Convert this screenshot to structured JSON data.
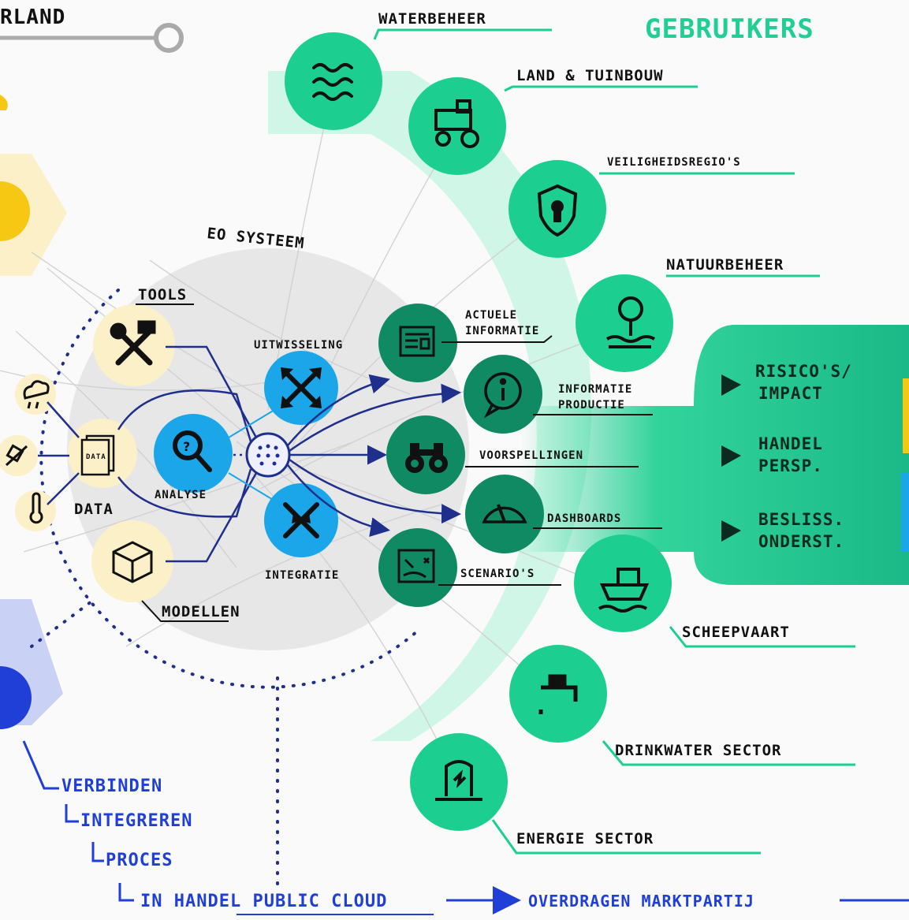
{
  "header": {
    "partial_title_top": "",
    "partial_title_bottom": "RLAND",
    "users_title": "GEBRUIKERS"
  },
  "ecosystem": {
    "title": "EO SYSTEEM",
    "tools": "TOOLS",
    "data": "DATA",
    "data_doc": "DATA",
    "analyse": "ANALYSE",
    "modellen": "MODELLEN",
    "uitwisseling": "UITWISSELING",
    "integratie": "INTEGRATIE"
  },
  "outputs": {
    "actuele_informatie_line1": "ACTUELE",
    "actuele_informatie_line2": "INFORMATIE",
    "informatie_productie_line1": "INFORMATIE",
    "informatie_productie_line2": "PRODUCTIE",
    "voorspellingen": "VOORSPELLINGEN",
    "dashboards": "DASHBOARDS",
    "scenarios": "SCENARIO'S"
  },
  "sectors": {
    "waterbeheer": "WATERBEHEER",
    "land_tuinbouw": "LAND & TUINBOUW",
    "veiligheidsregios": "VEILIGHEIDSREGIO'S",
    "natuurbeheer": "NATUURBEHEER",
    "scheepvaart": "SCHEEPVAART",
    "drinkwater": "DRINKWATER SECTOR",
    "energie": "ENERGIE SECTOR"
  },
  "panel": {
    "item1_line1": "RISICO'S/",
    "item1_line2": "IMPACT",
    "item2_line1": "HANDEL",
    "item2_line2": "PERSP.",
    "item3_line1": "BESLISS.",
    "item3_line2": "ONDERST."
  },
  "process": {
    "verbinden": "VERBINDEN",
    "integreren": "INTEGREREN",
    "proces": "PROCES",
    "cloud": "IN HANDEL PUBLIC CLOUD",
    "markt": "OVERDRAGEN MARKTPARTIJ"
  },
  "colors": {
    "green": "#1ccf91",
    "green_dark": "#0f8a63",
    "green_light": "#c7f5e2",
    "blue": "#1aa6e8",
    "navy": "#1f2f8c",
    "yellow": "#f6c814",
    "cream": "#fbf0c8",
    "link_blue": "#1f3fd6"
  }
}
